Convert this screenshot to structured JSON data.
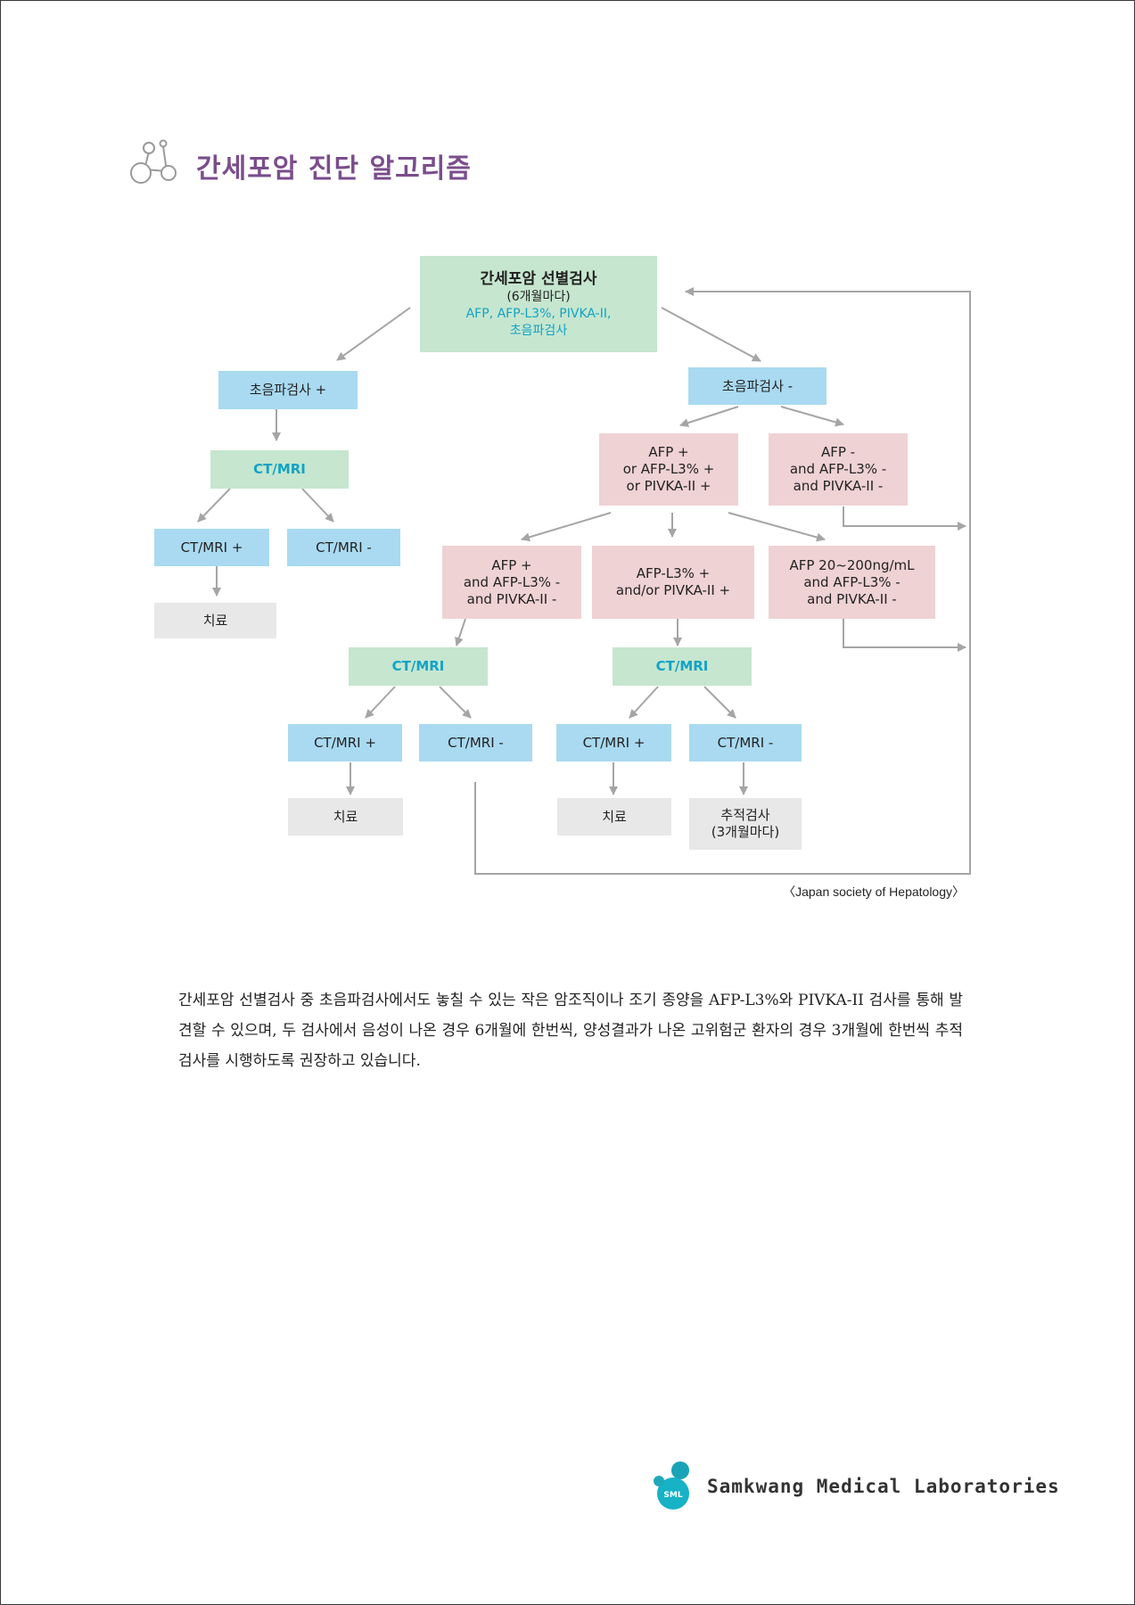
{
  "header": {
    "title": "간세포암 진단 알고리즘"
  },
  "flowchart": {
    "screening": {
      "title": "간세포암 선별검사",
      "interval": "(6개월마다)",
      "tests_line1": "AFP, AFP-L3%, PIVKA-II,",
      "tests_line2": "초음파검사"
    },
    "us_pos": "초음파검사 +",
    "us_neg": "초음파검사 -",
    "left_ct": "CT/MRI",
    "left_ct_pos": "CT/MRI +",
    "left_ct_neg": "CT/MRI -",
    "left_treat": "치료",
    "marker_pos": [
      "AFP +",
      "or AFP-L3% +",
      "or PIVKA-II +"
    ],
    "marker_neg": [
      "AFP -",
      "and AFP-L3% -",
      "and PIVKA-II -"
    ],
    "afp_only": [
      "AFP +",
      "and AFP-L3% -",
      "and PIVKA-II -"
    ],
    "l3_pivka": [
      "AFP-L3% +",
      "and/or PIVKA-II +"
    ],
    "afp_range": [
      "AFP 20~200ng/mL",
      "and AFP-L3% -",
      "and PIVKA-II -"
    ],
    "mid_ct": "CT/MRI",
    "mid_ct_pos": "CT/MRI +",
    "mid_ct_neg": "CT/MRI -",
    "mid_treat": "치료",
    "right_ct": "CT/MRI",
    "right_ct_pos": "CT/MRI +",
    "right_ct_neg": "CT/MRI -",
    "right_treat": "치료",
    "followup": "추적검사",
    "followup_interval": "(3개월마다)"
  },
  "citation": "〈Japan society of Hepatology〉",
  "body": "간세포암 선별검사 중 초음파검사에서도 놓칠 수 있는 작은 암조직이나 조기 종양을 AFP-L3%와 PIVKA-II 검사를 통해 발견할 수 있으며, 두 검사에서 음성이 나온 경우 6개월에 한번씩, 양성결과가 나온 고위험군 환자의 경우 3개월에 한번씩 추적검사를 시행하도록 권장하고 있습니다.",
  "footer": {
    "company": "Samkwang Medical Laboratories",
    "logo_text": "SML"
  },
  "colors": {
    "title": "#7a4d8c",
    "accent": "#11a3c6",
    "green": "#c6e6cf",
    "blue": "#a9daf1",
    "pink": "#efd2d4",
    "gray": "#e8e8e8"
  },
  "icons": [
    "molecule-icon",
    "sml-logo"
  ]
}
